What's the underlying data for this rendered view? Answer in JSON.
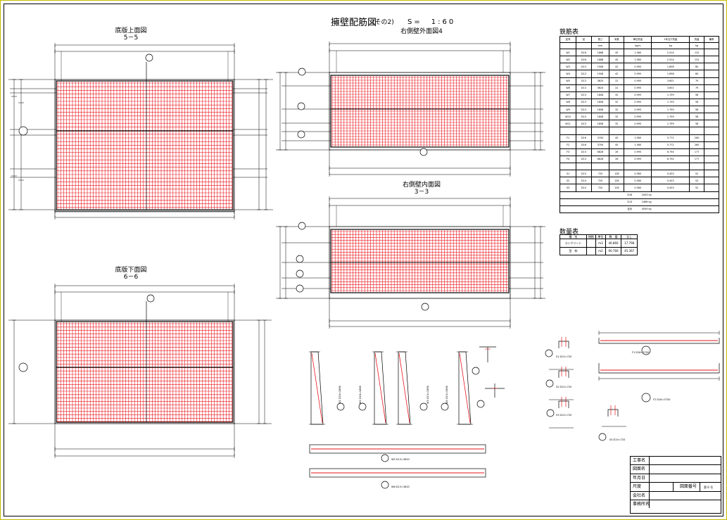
{
  "drawing": {
    "title": "擁壁配筋図",
    "subtitle": "(その2)",
    "scale": "S=　1:60"
  },
  "views": {
    "top_slab": {
      "name": "底版上面図",
      "section": "5－5"
    },
    "bottom_slab": {
      "name": "底版下面図",
      "section": "6－6"
    },
    "right_wall_front": {
      "name": "右側壁外面図",
      "section": "4"
    },
    "right_wall_inner": {
      "name": "右側壁内面図",
      "section": "3－3"
    }
  },
  "bar_table": {
    "caption": "鉄筋表",
    "headers": [
      "記号",
      "径",
      "長さ",
      "本数",
      "単位質量",
      "1本当り質量",
      "質量",
      "備考"
    ],
    "units": [
      "",
      "",
      "mm",
      "",
      "kg/m",
      "kg",
      "kg",
      ""
    ],
    "rows": [
      [
        "W1",
        "D16",
        "1868",
        "45",
        "1.560",
        "2.914",
        "131",
        ""
      ],
      [
        "W2",
        "D16",
        "1868",
        "45",
        "1.560",
        "2.914",
        "131",
        ""
      ],
      [
        "W3",
        "D13",
        "1908",
        "42",
        "0.995",
        "1.898",
        "80",
        ""
      ],
      [
        "W4",
        "D13",
        "1908",
        "42",
        "0.995",
        "1.898",
        "80",
        ""
      ],
      [
        "W5",
        "D13",
        "3620",
        "22",
        "0.995",
        "3.602",
        "79",
        ""
      ],
      [
        "W6",
        "D13",
        "3620",
        "22",
        "0.995",
        "3.602",
        "79",
        ""
      ],
      [
        "W7",
        "D13",
        "1808",
        "32",
        "0.995",
        "1.799",
        "58",
        ""
      ],
      [
        "W8",
        "D13",
        "1808",
        "32",
        "0.995",
        "1.799",
        "58",
        ""
      ],
      [
        "W9",
        "D13",
        "1808",
        "32",
        "0.995",
        "1.799",
        "58",
        ""
      ],
      [
        "W10",
        "D13",
        "1808",
        "32",
        "0.995",
        "1.799",
        "58",
        ""
      ],
      [
        "W11",
        "D13",
        "1808",
        "32",
        "0.995",
        "1.799",
        "58",
        ""
      ],
      [
        "",
        "",
        "",
        "",
        "",
        "",
        "",
        ""
      ],
      [
        "F1",
        "D16",
        "3700",
        "45",
        "1.560",
        "5.772",
        "260",
        ""
      ],
      [
        "F2",
        "D16",
        "3700",
        "45",
        "1.560",
        "5.772",
        "260",
        ""
      ],
      [
        "F3",
        "D13",
        "6828",
        "26",
        "0.995",
        "6.794",
        "177",
        ""
      ],
      [
        "F4",
        "D13",
        "6828",
        "26",
        "0.995",
        "6.794",
        "177",
        ""
      ],
      [
        "",
        "",
        "",
        "",
        "",
        "",
        "",
        ""
      ],
      [
        "S1",
        "D10",
        "720",
        "128",
        "0.560",
        "0.403",
        "52",
        ""
      ],
      [
        "S2",
        "D10",
        "720",
        "128",
        "0.560",
        "0.403",
        "52",
        ""
      ],
      [
        "S3",
        "D10",
        "720",
        "128",
        "0.560",
        "0.403",
        "52",
        ""
      ]
    ],
    "subtotal_d16": "D16　　　　2043 kg",
    "subtotal_d13": "D13　　　　2466 kg",
    "total": "合計　　　　4509 kg"
  },
  "quantity_table": {
    "caption": "数量表",
    "headers": [
      "種　別",
      "規格",
      "単位",
      "数　量",
      "なし"
    ],
    "rows": [
      [
        "コンクリート",
        "",
        "m3",
        "46.860",
        "17.798"
      ],
      [
        "型　枠",
        "",
        "m2",
        "90.760",
        "45.367"
      ]
    ]
  },
  "details": {
    "w1": "W1 D16=1868",
    "w2": "W2 D16=1868",
    "w3": "W3 D13=1908",
    "w4": "W4 D13=1908",
    "w5": "W5 D13=3620",
    "w6": "W6 D13=3620",
    "f1": "F1 D16=3700",
    "f2": "F2 D16=3700",
    "s1": "S1 D10=720",
    "s2": "S2 D10=720",
    "s3": "S3 D10=720",
    "s4": "S4 D10=720"
  },
  "title_block": {
    "labels": [
      "工事名",
      "図面名",
      "年月日",
      "尺度",
      "会社名",
      "事務所名"
    ],
    "drawing_no_label": "図面番号",
    "drawing_no": "第 6 号"
  },
  "colors": {
    "rebar": "#e8141c",
    "line": "#000000",
    "frame": "#c9b800"
  }
}
